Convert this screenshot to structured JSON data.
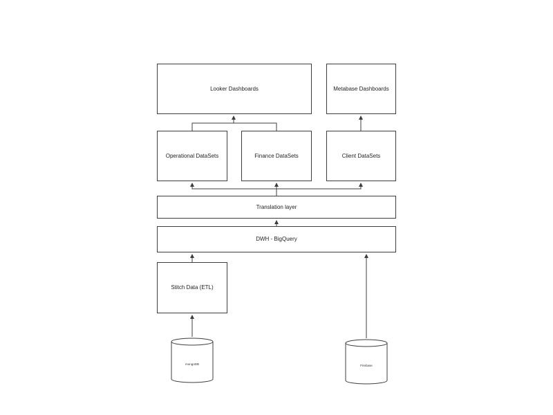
{
  "diagram": {
    "nodes": {
      "looker": {
        "label": "Looker Dashboards"
      },
      "metabase": {
        "label": "Metabase Dashboards"
      },
      "operational": {
        "label": "Operational DataSets"
      },
      "finance": {
        "label": "Finance DataSets"
      },
      "client": {
        "label": "Client DataSets"
      },
      "translation": {
        "label": "Translation layer"
      },
      "dwh": {
        "label": "DWH - BigQuery"
      },
      "stitch": {
        "label": "Stitch Data (ETL)"
      }
    },
    "databases": {
      "mongodb": {
        "label": "mongoDB"
      },
      "firebase": {
        "label": "Firebase"
      }
    },
    "colors": {
      "stroke": "#3d3d3d",
      "background": "#ffffff",
      "text": "#1f1f1f"
    }
  }
}
